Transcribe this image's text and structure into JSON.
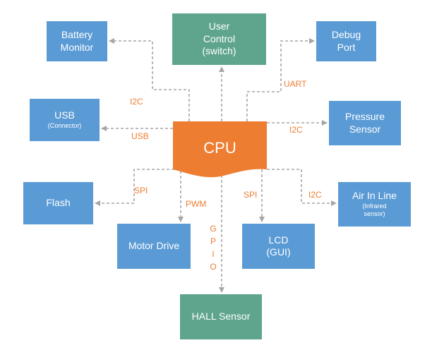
{
  "cpu": {
    "label": "CPU",
    "color": "#ed7d31"
  },
  "colors": {
    "peripheral_block": "#5b9bd5",
    "io_block": "#5fa58d",
    "bus_label": "#ed7d31",
    "connector": "#a6a6a6"
  },
  "blocks": {
    "battery_monitor": {
      "line1": "Battery",
      "line2": "Monitor"
    },
    "user_control": {
      "line1": "User",
      "line2": "Control",
      "line3": "(switch)"
    },
    "debug_port": {
      "line1": "Debug",
      "line2": "Port"
    },
    "usb": {
      "line1": "USB",
      "line2": "(Connector)"
    },
    "pressure_sensor": {
      "line1": "Pressure",
      "line2": "Sensor"
    },
    "flash": {
      "line1": "Flash"
    },
    "air_in_line": {
      "line1": "Air In Line",
      "line2": "(Infrared",
      "line3": "sensor)"
    },
    "motor_drive": {
      "line1": "Motor Drive"
    },
    "lcd": {
      "line1": "LCD",
      "line2": "(GUI)"
    },
    "hall_sensor": {
      "line1": "HALL Sensor"
    }
  },
  "bus_labels": {
    "battery": "I2C",
    "debug": "UART",
    "usb": "USB",
    "pressure": "I2C",
    "flash": "SPI",
    "motor": "PWM",
    "lcd": "SPI",
    "air": "I2C",
    "hall": "G P I O"
  }
}
